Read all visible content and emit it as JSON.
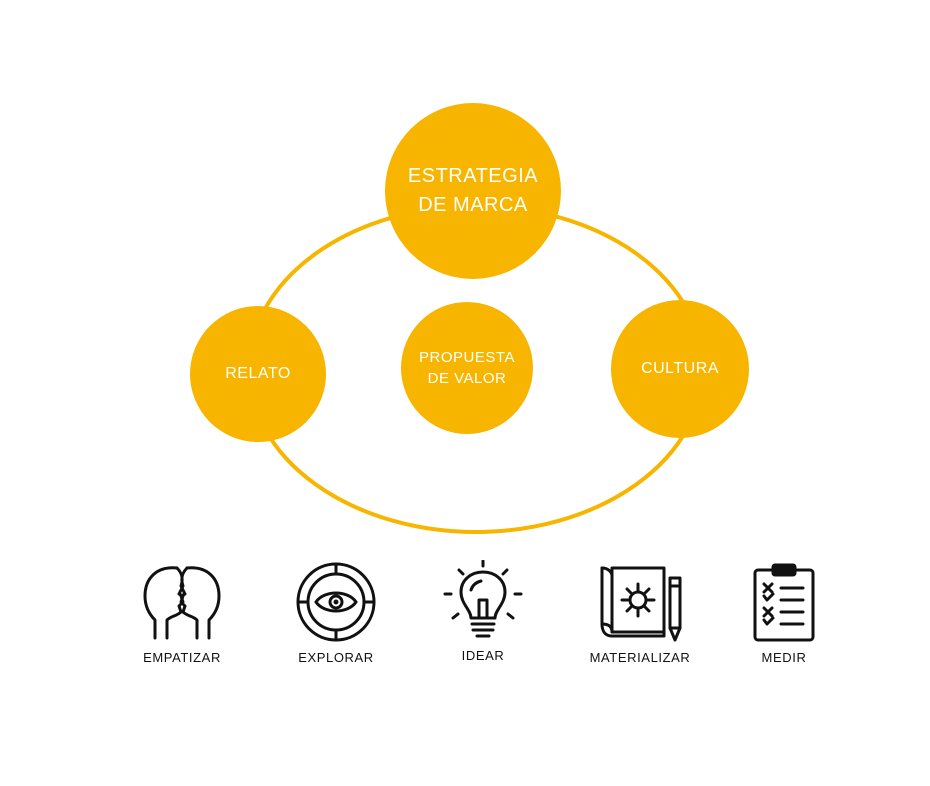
{
  "colors": {
    "accent": "#F7B500",
    "text_dark": "#111111",
    "node_text": "#ffffff"
  },
  "diagram": {
    "nodes": {
      "estrategia": "ESTRATEGIA\nDE MARCA",
      "relato": "RELATO",
      "propuesta": "PROPUESTA\nDE VALOR",
      "cultura": "CULTURA"
    }
  },
  "steps": [
    {
      "label": "EMPATIZAR",
      "icon": "two-faces-icon"
    },
    {
      "label": "EXPLORAR",
      "icon": "target-eye-icon"
    },
    {
      "label": "IDEAR",
      "icon": "lightbulb-icon"
    },
    {
      "label": "MATERIALIZAR",
      "icon": "blueprint-gear-pencil-icon"
    },
    {
      "label": "MEDIR",
      "icon": "checklist-clipboard-icon"
    }
  ]
}
